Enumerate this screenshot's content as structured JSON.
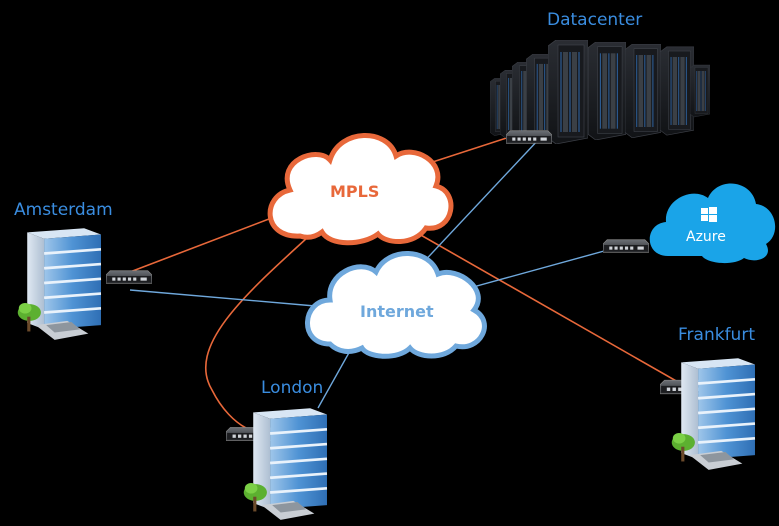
{
  "sites": {
    "datacenter": "Datacenter",
    "amsterdam": "Amsterdam",
    "london": "London",
    "frankfurt": "Frankfurt"
  },
  "clouds": {
    "mpls": "MPLS",
    "internet": "Internet",
    "azure": "Azure"
  },
  "colors": {
    "background": "#000000",
    "label_blue": "#3a8de0",
    "mpls_orange": "#e8683a",
    "internet_blue": "#6fa8dc",
    "azure_blue": "#1aa4e8"
  },
  "icons": [
    "office-building-icon",
    "network-switch-icon",
    "server-rack-icon",
    "cloud-icon",
    "windows-logo-icon",
    "tree-icon"
  ]
}
